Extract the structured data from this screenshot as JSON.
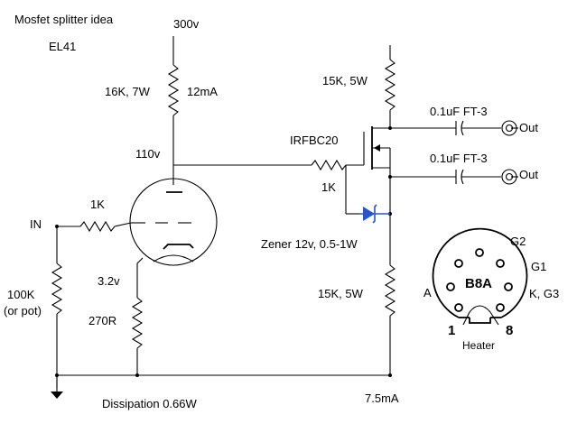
{
  "diagram": {
    "title": "Mosfet splitter idea",
    "tube": "EL41",
    "supply": "300v",
    "anode_voltage": "110v",
    "anode_resistor": {
      "value": "16K, 7W",
      "current": "12mA"
    },
    "input": {
      "label": "IN",
      "grid_resistor": "1K"
    },
    "grid_leak": {
      "value": "100K",
      "note": "(or pot)"
    },
    "cathode": {
      "voltage": "3.2v",
      "resistor": "270R"
    },
    "dissipation": "Dissipation 0.66W",
    "mosfet": {
      "part": "IRFBC20",
      "gate_resistor": "1K"
    },
    "drain_resistor": "15K, 5W",
    "source_resistor": "15K, 5W",
    "zener": "Zener 12v, 0.5-1W",
    "output_current": "7.5mA",
    "coupling_caps": [
      "0.1uF FT-3",
      "0.1uF FT-3"
    ],
    "outputs": [
      "Out",
      "Out"
    ],
    "socket": {
      "type": "B8A",
      "pins": {
        "g2": "G2",
        "g1": "G1",
        "a": "A",
        "k_g3": "K, G3",
        "pin1": "1",
        "pin8": "8"
      },
      "heater": "Heater"
    }
  }
}
